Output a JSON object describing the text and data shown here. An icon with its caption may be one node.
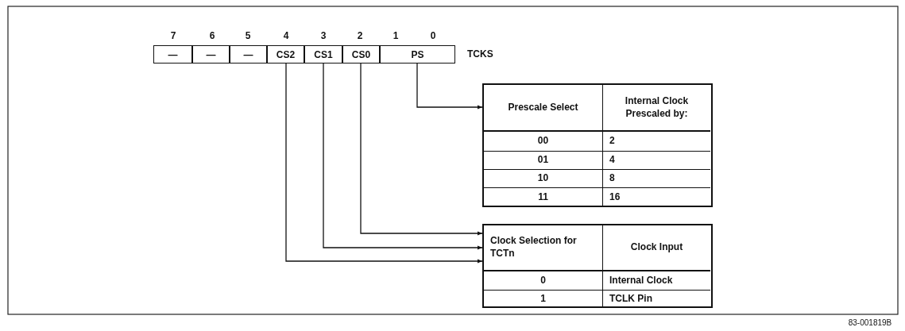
{
  "diagram": {
    "nodes": [
      {
        "text": [
          "—"
        ]
      },
      {
        "text": [
          "—"
        ]
      },
      {
        "text": [
          "—"
        ]
      },
      {
        "text": [
          "CS2"
        ]
      },
      {
        "text": [
          "CS1"
        ]
      },
      {
        "text": [
          "CS0"
        ]
      },
      {
        "text": [
          "PS"
        ]
      },
      {
        "text": [
          "Prescale Select",
          "Internal Clock Prescaled by:",
          "00",
          "2",
          "01",
          "4",
          "10",
          "8",
          "11",
          "16"
        ]
      },
      {
        "text": [
          "Clock Selection for TCTn",
          "Clock Input",
          "0",
          "Internal Clock",
          "1",
          "TCLK Pin"
        ]
      }
    ],
    "edges": [
      {
        "from": 6,
        "to": 7,
        "arrow": "to"
      },
      {
        "from": 5,
        "to": 8,
        "arrow": "to"
      },
      {
        "from": 4,
        "to": 8,
        "arrow": "to"
      },
      {
        "from": 3,
        "to": 8,
        "arrow": "to"
      }
    ],
    "labels": [
      "7",
      "6",
      "5",
      "4",
      "3",
      "2",
      "1",
      "0",
      "TCKS",
      "83-001819B"
    ]
  }
}
